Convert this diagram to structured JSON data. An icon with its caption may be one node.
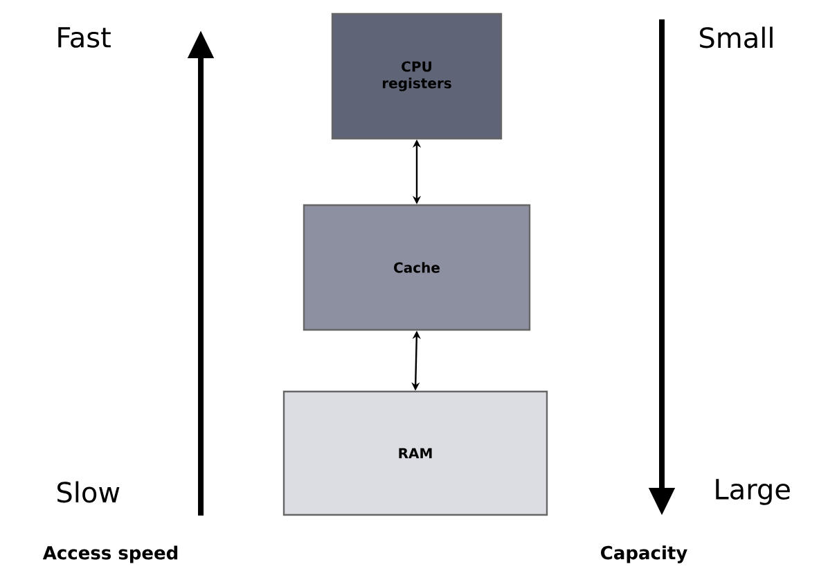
{
  "diagram": {
    "nodes": [
      {
        "text": [
          "CPU registers"
        ]
      },
      {
        "text": [
          "Cache"
        ]
      },
      {
        "text": [
          "RAM"
        ]
      }
    ],
    "edges": [
      {
        "from": 0,
        "to": 1,
        "arrow": "both"
      },
      {
        "from": 1,
        "to": 2,
        "arrow": "both"
      }
    ],
    "labels": [
      "Fast",
      "Small",
      "Slow",
      "Large",
      "Access speed",
      "Capacity"
    ]
  }
}
